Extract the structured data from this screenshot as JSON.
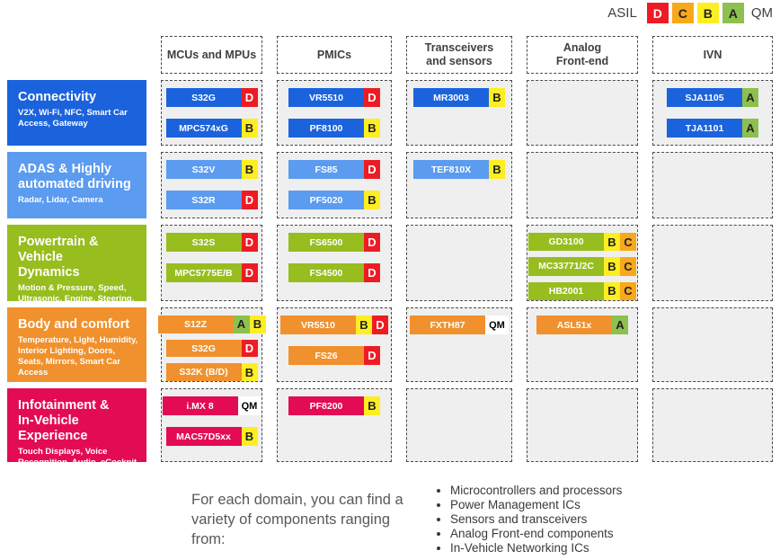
{
  "legend": {
    "label": "ASIL",
    "items": [
      {
        "label": "D",
        "color": "#ed1c24",
        "text_color": "#ffffff"
      },
      {
        "label": "C",
        "color": "#f7a81b",
        "text_color": "#222222"
      },
      {
        "label": "B",
        "color": "#fdee21",
        "text_color": "#222222"
      },
      {
        "label": "A",
        "color": "#8dc04f",
        "text_color": "#222222"
      }
    ],
    "qm_label": "QM"
  },
  "badge_styles": {
    "D": {
      "bg": "#ed1c24",
      "fg": "#ffffff"
    },
    "C": {
      "bg": "#f7a81b",
      "fg": "#222222"
    },
    "B": {
      "bg": "#fdee21",
      "fg": "#222222"
    },
    "A": {
      "bg": "#8dc04f",
      "fg": "#222222"
    },
    "QM": {
      "bg": "#ffffff",
      "fg": "#000000"
    }
  },
  "columns": [
    {
      "id": "mcus",
      "label": "MCUs and MPUs"
    },
    {
      "id": "pmics",
      "label": "PMICs"
    },
    {
      "id": "transceivers",
      "label": "Transceivers\nand sensors"
    },
    {
      "id": "analog",
      "label": "Analog\nFront-end"
    },
    {
      "id": "ivn",
      "label": "IVN"
    }
  ],
  "rows": [
    {
      "id": "connectivity",
      "title": "Connectivity",
      "subtitle": "V2X, Wi-Fi, NFC, Smart Car Access, Gateway",
      "color": "#1b63dc",
      "cells": {
        "mcus": [
          {
            "name": "S32G",
            "badges": [
              "D"
            ]
          },
          {
            "name": "MPC574xG",
            "badges": [
              "B"
            ]
          }
        ],
        "pmics": [
          {
            "name": "VR5510",
            "badges": [
              "D"
            ]
          },
          {
            "name": "PF8100",
            "badges": [
              "B"
            ]
          }
        ],
        "transceivers": [
          {
            "name": "MR3003",
            "badges": [
              "B"
            ]
          }
        ],
        "analog": [],
        "ivn": [
          {
            "name": "SJA1105",
            "badges": [
              "A"
            ]
          },
          {
            "name": "TJA1101",
            "badges": [
              "A"
            ]
          }
        ]
      }
    },
    {
      "id": "adas",
      "title": "ADAS & Highly\nautomated driving",
      "subtitle": "Radar, Lidar, Camera",
      "color": "#5b9bf0",
      "cells": {
        "mcus": [
          {
            "name": "S32V",
            "badges": [
              "B"
            ]
          },
          {
            "name": "S32R",
            "badges": [
              "D"
            ]
          }
        ],
        "pmics": [
          {
            "name": "FS85",
            "badges": [
              "D"
            ]
          },
          {
            "name": "PF5020",
            "badges": [
              "B"
            ]
          }
        ],
        "transceivers": [
          {
            "name": "TEF810X",
            "badges": [
              "B"
            ]
          }
        ],
        "analog": [],
        "ivn": []
      }
    },
    {
      "id": "powertrain",
      "title": "Powertrain & Vehicle\nDynamics",
      "subtitle": "Motion & Pressure, Speed, Ultrasonic, Engine, Steering, Airbag, Transmission, Brake, Suspension",
      "color": "#97bd1e",
      "cells": {
        "mcus": [
          {
            "name": "S32S",
            "badges": [
              "D"
            ]
          },
          {
            "name": "MPC5775E/B",
            "badges": [
              "D"
            ]
          }
        ],
        "pmics": [
          {
            "name": "FS6500",
            "badges": [
              "D"
            ]
          },
          {
            "name": "FS4500",
            "badges": [
              "D"
            ]
          }
        ],
        "transceivers": [],
        "analog": [
          {
            "name": "GD3100",
            "badges": [
              "B",
              "C"
            ]
          },
          {
            "name": "MC33771/2C",
            "badges": [
              "B",
              "C"
            ]
          },
          {
            "name": "HB2001",
            "badges": [
              "B",
              "C"
            ]
          }
        ],
        "ivn": []
      }
    },
    {
      "id": "body",
      "title": "Body and comfort",
      "subtitle": "Temperature, Light, Humidity, Interior Lighting, Doors, Seats, Mirrors, Smart Car Access",
      "color": "#f0912d",
      "cells": {
        "mcus": [
          {
            "name": "S12Z",
            "badges": [
              "A",
              "B"
            ]
          },
          {
            "name": "S32G",
            "badges": [
              "D"
            ]
          },
          {
            "name": "S32K (B/D)",
            "badges": [
              "B"
            ]
          }
        ],
        "pmics": [
          {
            "name": "VR5510",
            "badges": [
              "B",
              "D"
            ]
          },
          {
            "name": "FS26",
            "badges": [
              "D"
            ]
          }
        ],
        "transceivers": [
          {
            "name": "FXTH87",
            "badges": [
              "QM"
            ]
          }
        ],
        "analog": [
          {
            "name": "ASL51x",
            "badges": [
              "A"
            ]
          }
        ],
        "ivn": []
      }
    },
    {
      "id": "infotainment",
      "title": "Infotainment &\nIn-Vehicle Experience",
      "subtitle": "Touch Displays, Voice Recognition, Audio, eCockpit, Audio & Amplifiers",
      "color": "#e30b54",
      "cells": {
        "mcus": [
          {
            "name": "i.MX 8",
            "badges": [
              "QM"
            ]
          },
          {
            "name": "MAC57D5xx",
            "badges": [
              "B"
            ]
          }
        ],
        "pmics": [
          {
            "name": "PF8200",
            "badges": [
              "B"
            ]
          }
        ],
        "transceivers": [],
        "analog": [],
        "ivn": []
      }
    }
  ],
  "footer": {
    "intro": "For each domain, you can find a variety of components ranging from:",
    "bullets": [
      "Microcontrollers and processors",
      "Power Management ICs",
      "Sensors and transceivers",
      "Analog Front-end components",
      "In-Vehicle Networking ICs"
    ]
  }
}
